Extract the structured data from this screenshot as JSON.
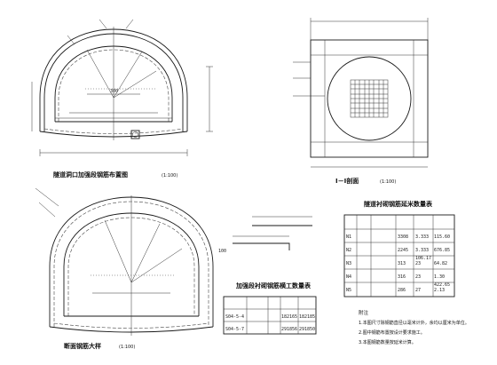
{
  "drawings": {
    "entrance": {
      "title": "隧道洞口加强段钢筋布置图",
      "scale": "(1:100)"
    },
    "section": {
      "title": "I－I剖面",
      "scale": "(1:100)"
    },
    "lining": {
      "title": "断面钢筋大样",
      "scale": "(1:100)"
    },
    "rebar_table": {
      "title": "加强段衬砌钢筋横工数量表"
    },
    "quantity_table": {
      "title": "隧道衬砌钢筋延米数量表"
    }
  },
  "dims": {
    "d_300": "300",
    "d_100": "100"
  },
  "rebar_rows": {
    "r1": {
      "code": "S04-5-4",
      "v1": "182165",
      "v2": "182185"
    },
    "r2": {
      "code": "S04-5-7",
      "v1": "291856",
      "v2": "291850"
    }
  },
  "qty_rows": {
    "n1": {
      "no": "N1",
      "len": "3308",
      "qty": "3.333",
      "w": "115.60",
      "total": "676.85"
    },
    "n2": {
      "no": "N2",
      "len": "2245",
      "qty": "3.333",
      "w": "106.17",
      "total": ""
    },
    "n3": {
      "no": "N3",
      "len": "313",
      "qty": "23",
      "w": "64.82",
      "total": ""
    },
    "n4": {
      "no": "N4",
      "len": "316",
      "qty": "23",
      "w": "1.30",
      "total": "422.65"
    },
    "n5": {
      "no": "N5",
      "len": "286",
      "qty": "27",
      "w": "2.13",
      "total": ""
    }
  },
  "notes": {
    "heading": "附注",
    "n1": "1.本图尺寸除钢筋直径以毫米计外，余均以厘米为单位。",
    "n2": "2.图中钢筋布置按设计要求施工。",
    "n3": "3.本图钢筋数量按延米计算。"
  }
}
